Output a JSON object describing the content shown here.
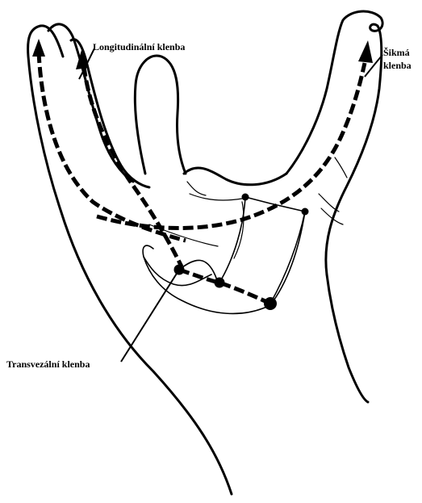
{
  "labels": {
    "longitudinal": "Longitudinální klenba",
    "oblique_line1": "Šikmá",
    "oblique_line2": "klenba",
    "transverse": "Transvezální klenba"
  }
}
